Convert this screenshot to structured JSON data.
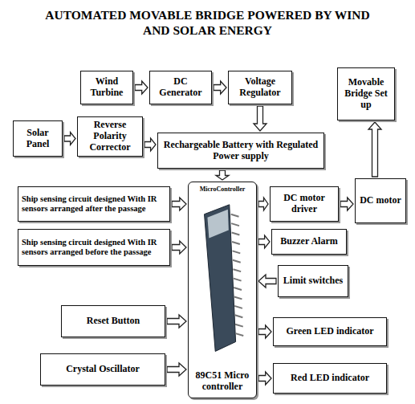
{
  "diagram": {
    "title": "AUTOMATED MOVABLE BRIDGE POWERED BY WIND AND SOLAR ENERGY",
    "nodes": [
      {
        "text": [
          "Wind Turbine"
        ]
      },
      {
        "text": [
          "DC Generator"
        ]
      },
      {
        "text": [
          "Voltage Regulator"
        ]
      },
      {
        "text": [
          "Movable Bridge Set up"
        ]
      },
      {
        "text": [
          "Solar Panel"
        ]
      },
      {
        "text": [
          "Reverse Polarity Corrector"
        ]
      },
      {
        "text": [
          "Rechargeable Battery with Regulated Power supply"
        ]
      },
      {
        "text": [
          "Ship sensing circuit designed With IR sensors arranged after the passage"
        ]
      },
      {
        "text": [
          "MicroController",
          "89C51 Micro controller"
        ]
      },
      {
        "text": [
          "DC motor driver"
        ]
      },
      {
        "text": [
          "DC motor"
        ]
      },
      {
        "text": [
          "Ship sensing circuit designed With IR sensors arranged before the passage"
        ]
      },
      {
        "text": [
          "Buzzer Alarm"
        ]
      },
      {
        "text": [
          "Limit switches"
        ]
      },
      {
        "text": [
          "Reset Button"
        ]
      },
      {
        "text": [
          "Green LED indicator"
        ]
      },
      {
        "text": [
          "Crystal Oscillator"
        ]
      },
      {
        "text": [
          "Red LED indicator"
        ]
      }
    ],
    "edges": [
      {
        "from": 0,
        "to": 1,
        "arrow": "to"
      },
      {
        "from": 1,
        "to": 2,
        "arrow": "to"
      },
      {
        "from": 2,
        "to": 6,
        "arrow": "to"
      },
      {
        "from": 4,
        "to": 5,
        "arrow": "to"
      },
      {
        "from": 5,
        "to": 6,
        "arrow": "to"
      },
      {
        "from": 6,
        "to": 8,
        "arrow": "to"
      },
      {
        "from": 7,
        "to": 8,
        "arrow": "to"
      },
      {
        "from": 11,
        "to": 8,
        "arrow": "to"
      },
      {
        "from": 14,
        "to": 8,
        "arrow": "to"
      },
      {
        "from": 16,
        "to": 8,
        "arrow": "to"
      },
      {
        "from": 8,
        "to": 9,
        "arrow": "to"
      },
      {
        "from": 9,
        "to": 10,
        "arrow": "to"
      },
      {
        "from": 10,
        "to": 3,
        "arrow": "to"
      },
      {
        "from": 8,
        "to": 12,
        "arrow": "to"
      },
      {
        "from": 13,
        "to": 8,
        "arrow": "to"
      },
      {
        "from": 8,
        "to": 15,
        "arrow": "to"
      },
      {
        "from": 8,
        "to": 17,
        "arrow": "to"
      }
    ]
  }
}
